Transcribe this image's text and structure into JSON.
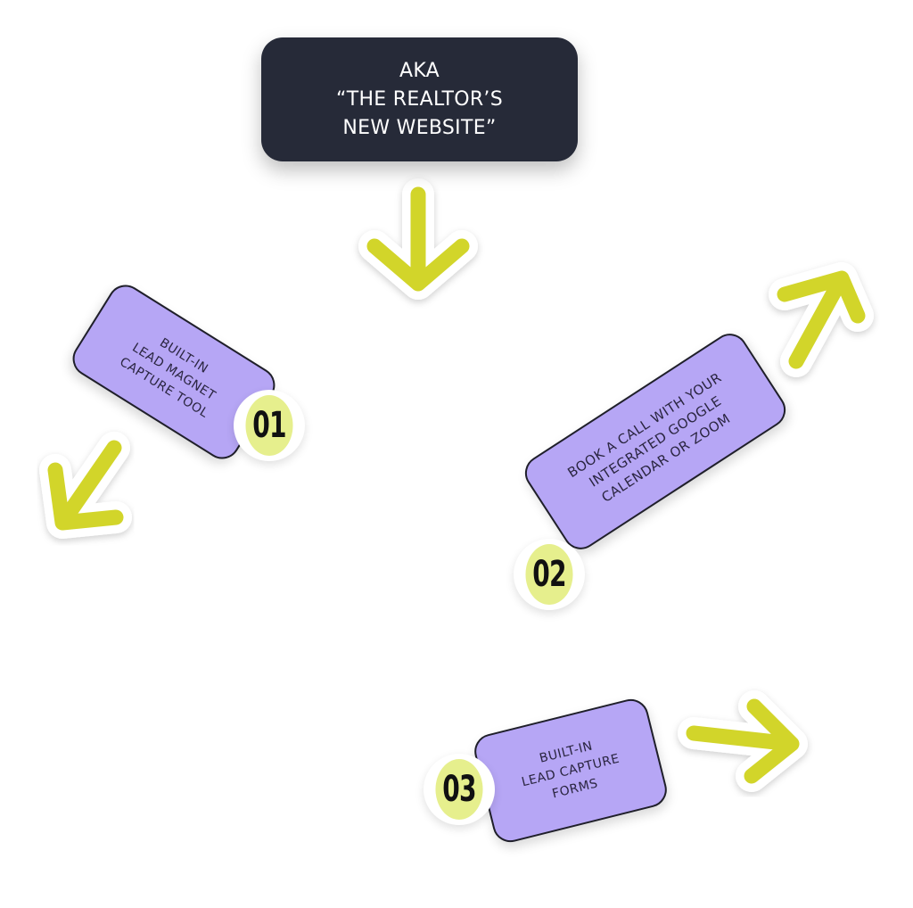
{
  "header": {
    "line1": "AKA",
    "line2": "“THE REALTOR’S",
    "line3": "NEW WEBSITE”"
  },
  "steps": [
    {
      "number": "01",
      "lines": [
        "BUILT-IN",
        "LEAD MAGNET",
        "CAPTURE TOOL"
      ]
    },
    {
      "number": "02",
      "lines": [
        "BOOK A CALL WITH YOUR",
        "INTEGRATED GOOGLE",
        "CALENDAR OR ZOOM"
      ]
    },
    {
      "number": "03",
      "lines": [
        "BUILT-IN",
        "LEAD CAPTURE",
        "FORMS"
      ]
    }
  ],
  "icons": [
    "arrow-down-icon",
    "arrow-down-left-icon",
    "arrow-up-right-icon",
    "arrow-right-icon"
  ],
  "colors": {
    "header_bg": "#262a38",
    "card_bg": "#b6a6f5",
    "arrow": "#d2d52a",
    "badge": "#e6ef8d"
  }
}
